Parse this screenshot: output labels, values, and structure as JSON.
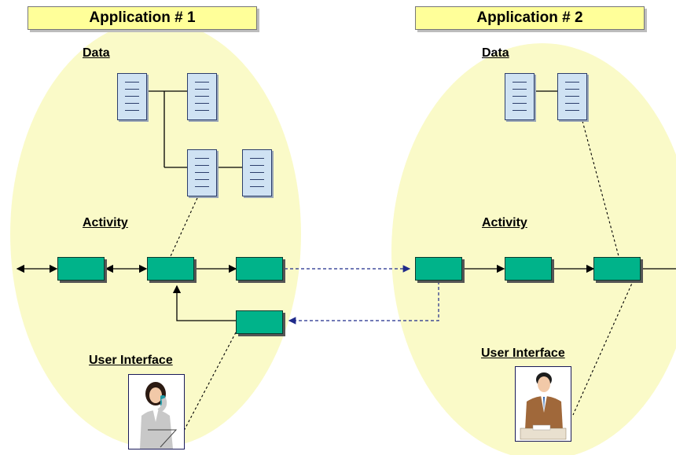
{
  "applications": [
    {
      "title": "Application # 1",
      "data_label": "Data",
      "activity_label": "Activity",
      "ui_label": "User Interface"
    },
    {
      "title": "Application # 2",
      "data_label": "Data",
      "activity_label": "Activity",
      "ui_label": "User Interface"
    }
  ],
  "colors": {
    "ellipse": "#fafac8",
    "title_fill": "#ffff99",
    "document": "#cfe2f3",
    "activity": "#00b38a",
    "link_dashed": "#1f2a8a"
  },
  "icons": {
    "document": "document-icon",
    "activity": "activity-box",
    "user_1": "woman-on-phone-icon",
    "user_2": "man-at-desk-icon"
  }
}
